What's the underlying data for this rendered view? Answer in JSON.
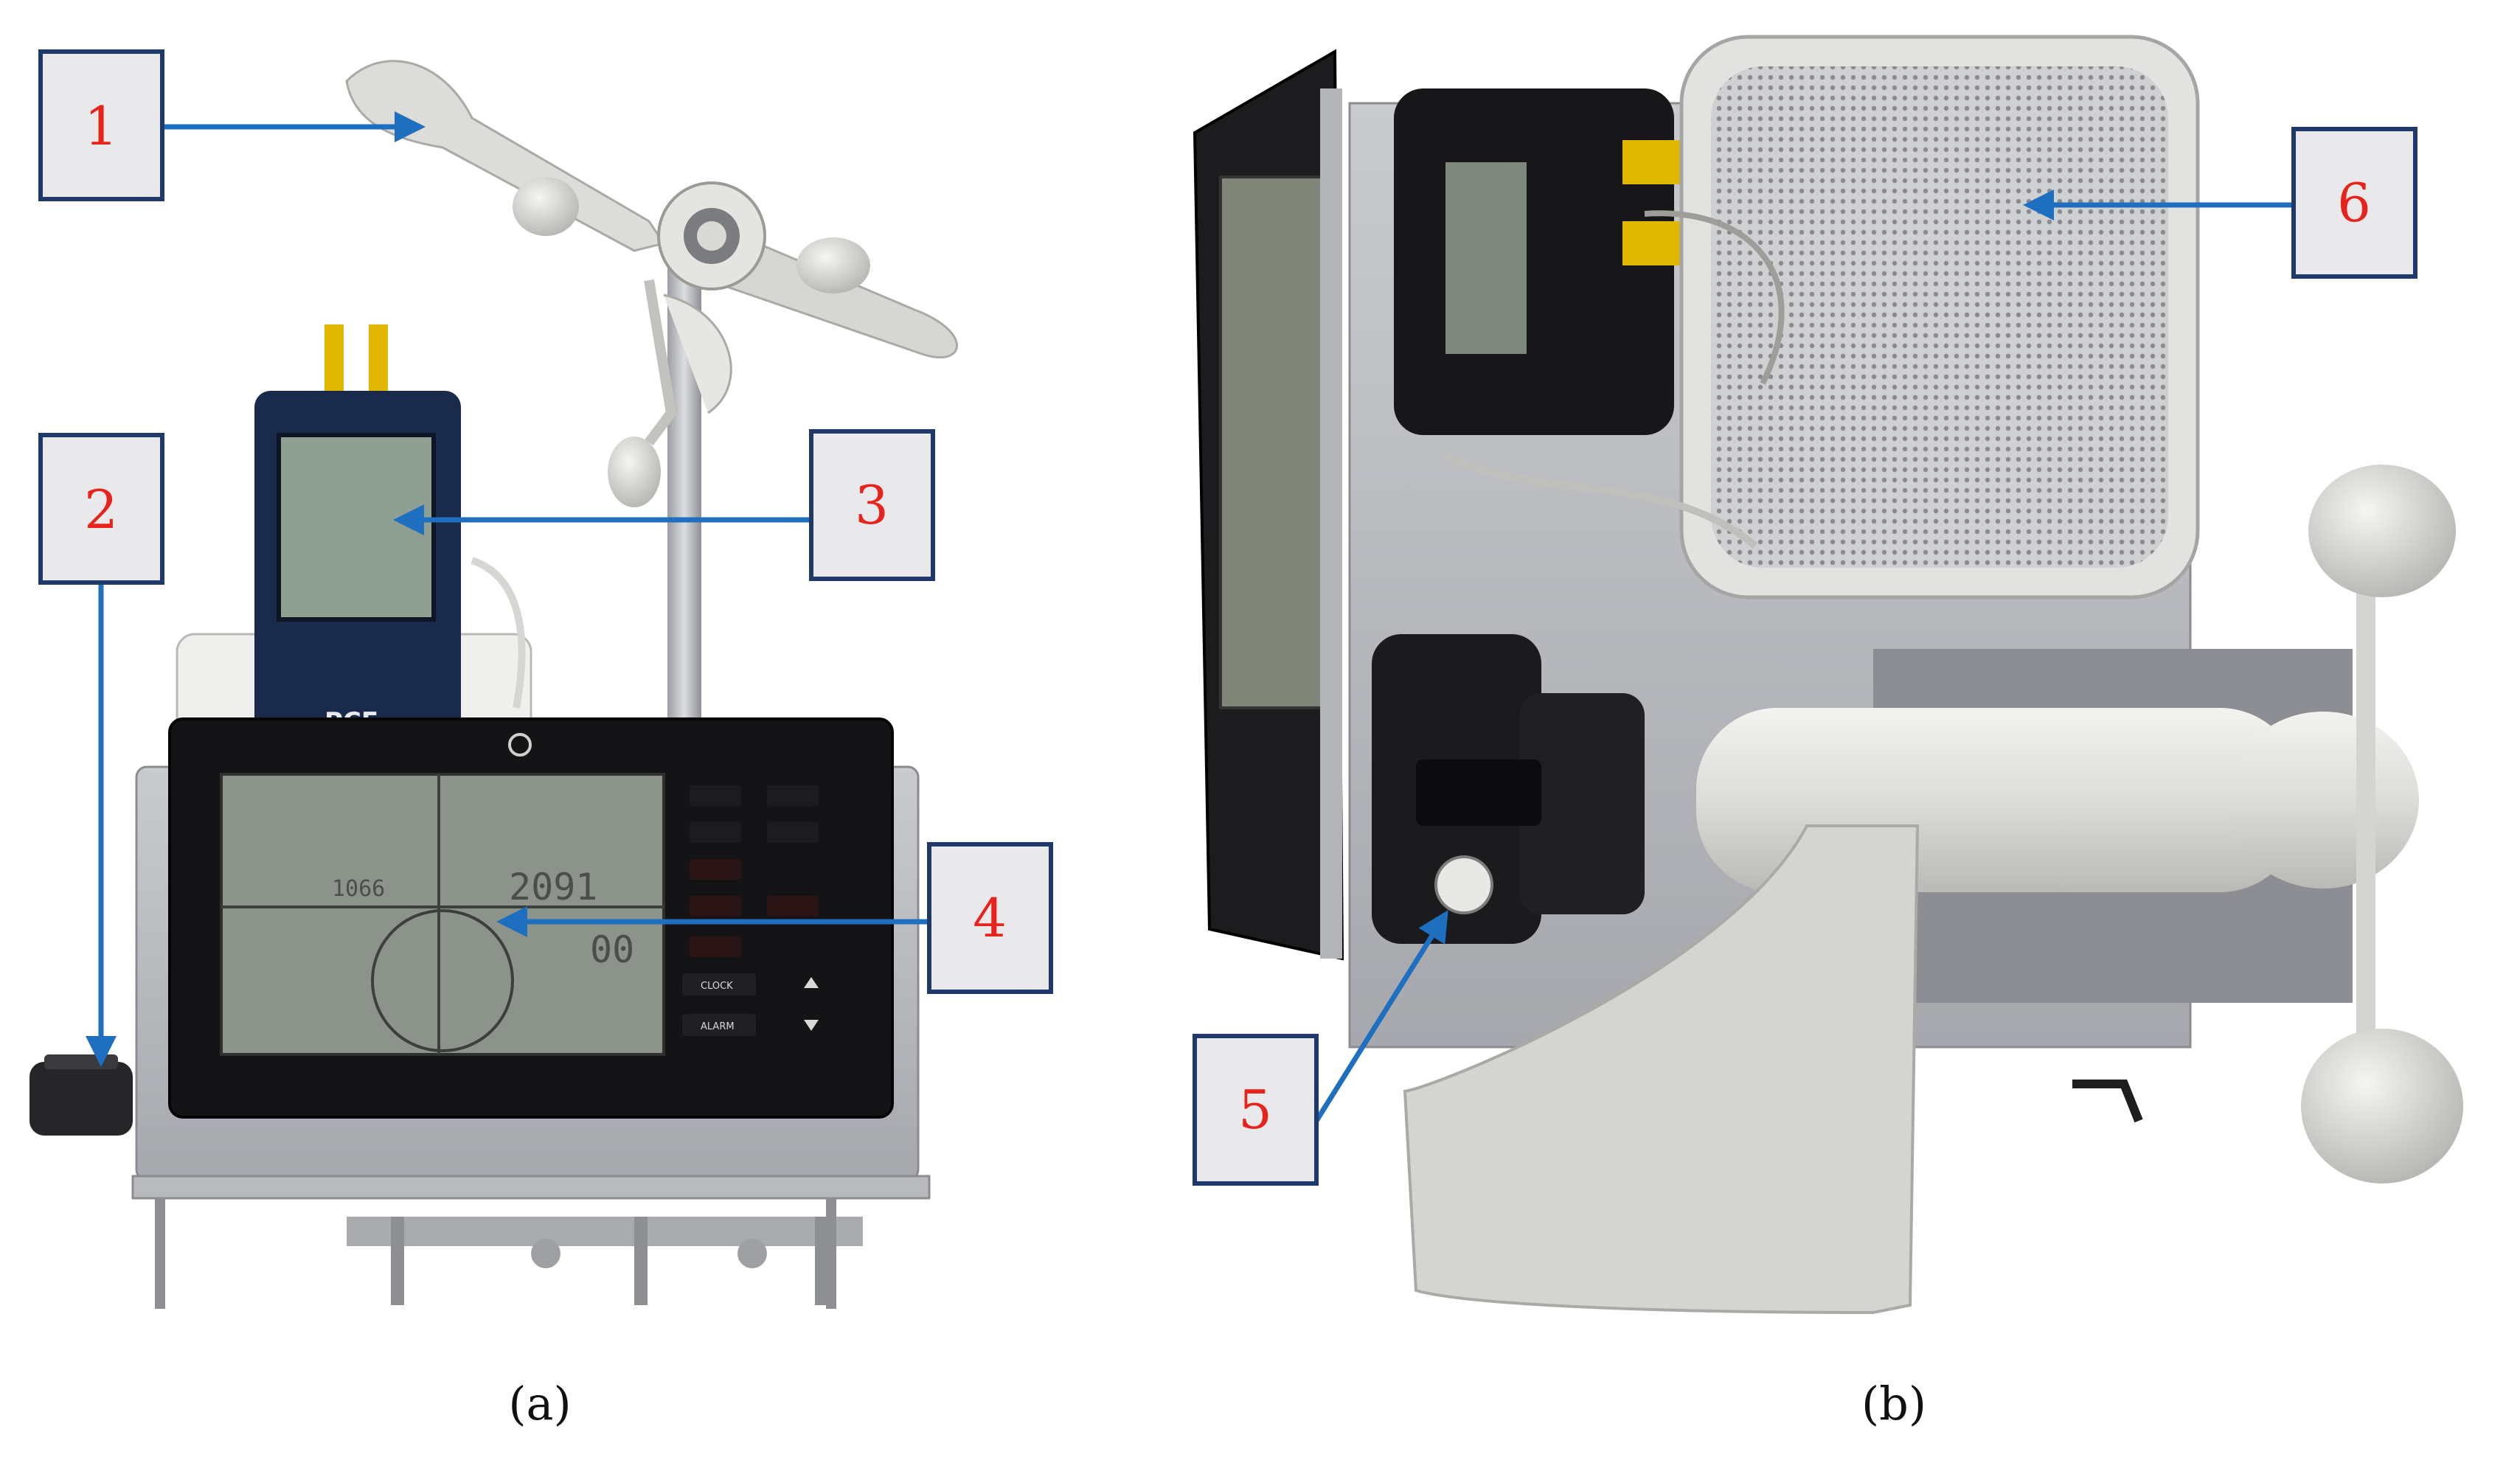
{
  "panels": [
    {
      "id": "a",
      "caption": "(a)"
    },
    {
      "id": "b",
      "caption": "(b)"
    }
  ],
  "callouts": [
    {
      "label": "1"
    },
    {
      "label": "2"
    },
    {
      "label": "3"
    },
    {
      "label": "4"
    },
    {
      "label": "5"
    },
    {
      "label": "6"
    }
  ],
  "device_text": {
    "meter_brand": "PCE",
    "station_buttons": [
      "CLOCK",
      "ALARM"
    ],
    "lcd_digits": [
      "1066",
      "2091",
      "00"
    ]
  },
  "colors": {
    "callout_box_fill": "#e9e9eb",
    "callout_box_border": "#1f3a6a",
    "callout_text": "#e8231c",
    "arrow": "#1e6fc0"
  }
}
